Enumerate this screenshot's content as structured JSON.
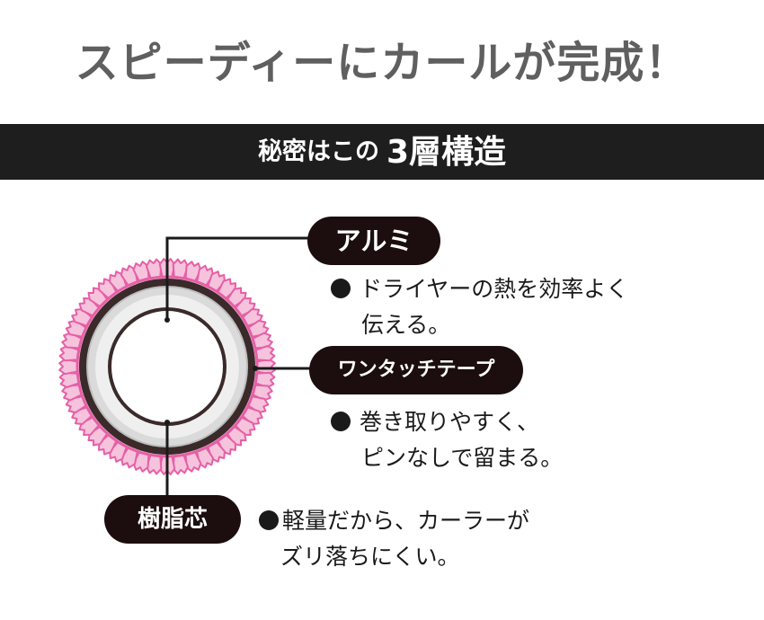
{
  "header": {
    "headline": "スピーディーにカールが完成！"
  },
  "banner": {
    "lead": "秘密はこの",
    "strong": "3層構造"
  },
  "diagram": {
    "labels": {
      "aluminum": "アルミ",
      "tape": "ワンタッチテープ",
      "core": "樹脂芯"
    },
    "descriptions": {
      "aluminum": [
        "ドライヤーの熱を効率よく",
        "伝える。"
      ],
      "tape": [
        "巻き取りやすく、",
        "ピンなしで留まる。"
      ],
      "core": [
        "軽量だから、カーラーが",
        "ズリ落ちにくい。"
      ]
    },
    "colors": {
      "bristle": "#e65fa6",
      "bristle_fill": "#f6c3dc",
      "dark_ring": "#3a2a2a",
      "silver_ring": "#d9d9d9",
      "inner": "#ffffff",
      "pill": "#1c0d0e",
      "banner": "#1e1e1e",
      "headline": "#5f5f5f"
    }
  }
}
